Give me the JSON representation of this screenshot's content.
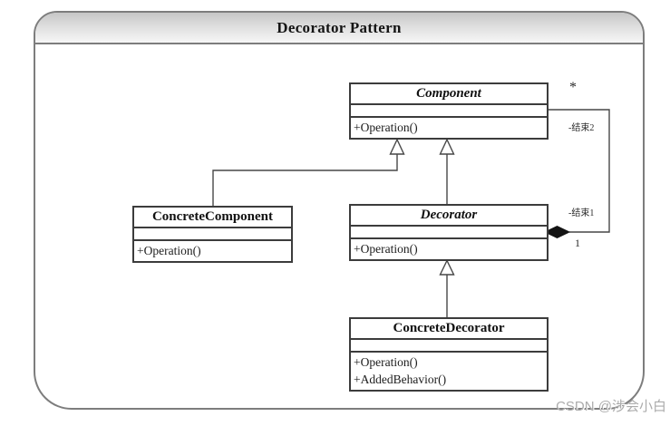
{
  "diagram": {
    "title": "Decorator Pattern",
    "watermark": "CSDN @涉会小白",
    "colors": {
      "frame_border": "#7d7d7d",
      "box_border": "#3c3c3c",
      "titlebar_gradient_top": "#c6c6c6",
      "titlebar_gradient_bottom": "#f6f6f6",
      "composition_diamond": "#141414"
    },
    "classes": [
      {
        "name": "Component",
        "stereotype": "abstract",
        "attributes": [],
        "methods": [
          "+Operation()"
        ]
      },
      {
        "name": "ConcreteComponent",
        "stereotype": "concrete",
        "attributes": [],
        "methods": [
          "+Operation()"
        ]
      },
      {
        "name": "Decorator",
        "stereotype": "abstract",
        "attributes": [],
        "methods": [
          "+Operation()"
        ]
      },
      {
        "name": "ConcreteDecorator",
        "stereotype": "concrete",
        "attributes": [],
        "methods": [
          "+Operation()",
          "+AddedBehavior()"
        ]
      }
    ],
    "relationships": {
      "generalizations": [
        {
          "from": "ConcreteComponent",
          "to": "Component"
        },
        {
          "from": "Decorator",
          "to": "Component"
        },
        {
          "from": "ConcreteDecorator",
          "to": "Decorator"
        }
      ],
      "composition": {
        "from": "Decorator",
        "to": "Component",
        "end2": {
          "label": "-结束2",
          "multiplicity": "*"
        },
        "end1": {
          "label": "-结束1",
          "multiplicity": "1"
        }
      }
    }
  }
}
